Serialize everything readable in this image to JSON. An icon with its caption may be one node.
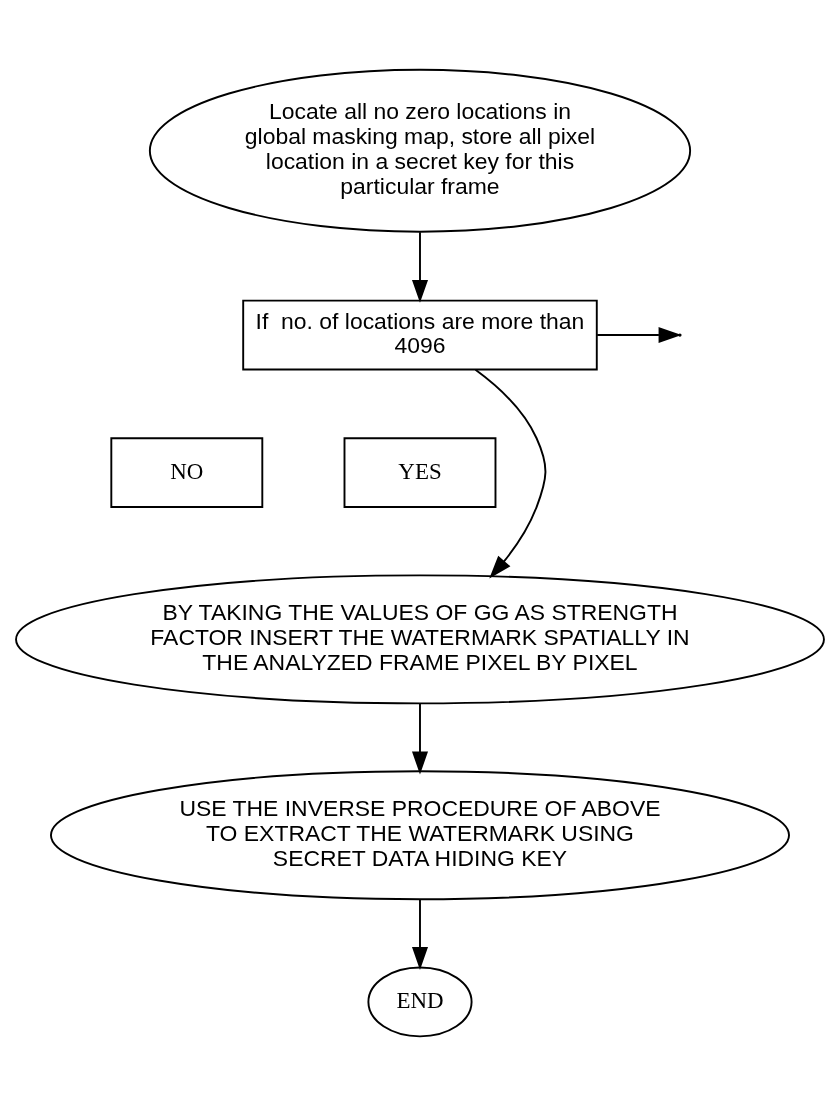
{
  "diagram": {
    "nodes": [
      {
        "text": [
          "Locate all no zero locations in global masking map, store all pixel location in a secret key for this particular frame"
        ]
      },
      {
        "text": [
          "If  no. of locations are more than 4096"
        ]
      },
      {
        "text": [
          "NO"
        ]
      },
      {
        "text": [
          "YES"
        ]
      },
      {
        "text": [
          "BY TAKING THE VALUES OF GG AS STRENGTH FACTOR INSERT THE WATERMARK SPATIALLY IN THE ANALYZED FRAME PIXEL BY PIXEL"
        ]
      },
      {
        "text": [
          "USE THE INVERSE PROCEDURE OF ABOVE TO EXTRACT THE WATERMARK USING SECRET DATA HIDING KEY"
        ]
      },
      {
        "text": [
          "END"
        ]
      }
    ],
    "edges": [
      {
        "from": 0,
        "to": 1,
        "arrow": "to"
      },
      {
        "from": 1,
        "to": null,
        "arrow": "to"
      },
      {
        "from": 1,
        "to": 4,
        "arrow": "to"
      },
      {
        "from": 4,
        "to": 5,
        "arrow": "to"
      },
      {
        "from": 5,
        "to": 6,
        "arrow": "to"
      }
    ]
  }
}
